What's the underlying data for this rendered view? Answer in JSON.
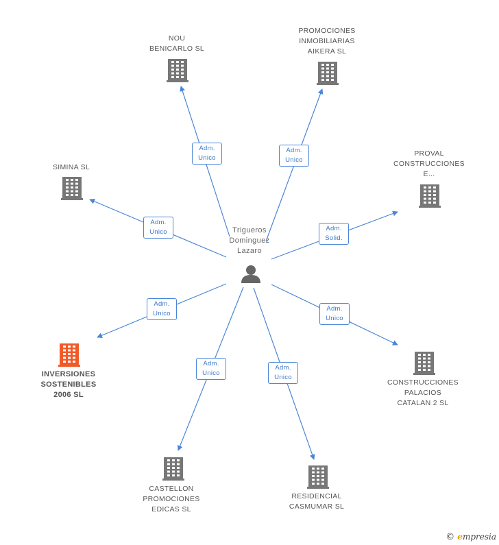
{
  "center": {
    "label": "Trigueros\nDominguez\nLazaro",
    "icon": "person-icon"
  },
  "companies": [
    {
      "id": "nou-benicarlo",
      "label": "NOU\nBENICARLO  SL",
      "highlight": false,
      "edge_label": "Adm.\nUnico"
    },
    {
      "id": "promociones-inmobiliarias-aikera",
      "label": "PROMOCIONES\nINMOBILIARIAS\nAIKERA SL",
      "highlight": false,
      "edge_label": "Adm.\nUnico"
    },
    {
      "id": "simina",
      "label": "SIMINA SL",
      "highlight": false,
      "edge_label": "Adm.\nUnico"
    },
    {
      "id": "proval-construcciones",
      "label": "PROVAL\nCONSTRUCCIONES\nE...",
      "highlight": false,
      "edge_label": "Adm.\nSolid."
    },
    {
      "id": "inversiones-sostenibles-2006",
      "label": "INVERSIONES\nSOSTENIBLES\n2006 SL",
      "highlight": true,
      "edge_label": "Adm.\nUnico"
    },
    {
      "id": "construcciones-palacios-catalan-2",
      "label": "CONSTRUCCIONES\nPALACIOS\nCATALAN 2 SL",
      "highlight": false,
      "edge_label": "Adm.\nUnico"
    },
    {
      "id": "castellon-promociones-edicas",
      "label": "CASTELLON\nPROMOCIONES\nEDICAS SL",
      "highlight": false,
      "edge_label": "Adm.\nUnico"
    },
    {
      "id": "residencial-casmumar",
      "label": "RESIDENCIAL\nCASMUMAR SL",
      "highlight": false,
      "edge_label": "Adm.\nUnico"
    }
  ],
  "colors": {
    "edge": "#4a86d8",
    "building": "#777777",
    "building_highlight": "#f05a28",
    "person": "#666666"
  },
  "branding": {
    "copyright_symbol": "©",
    "name_first": "e",
    "name_rest": "mpresia"
  }
}
